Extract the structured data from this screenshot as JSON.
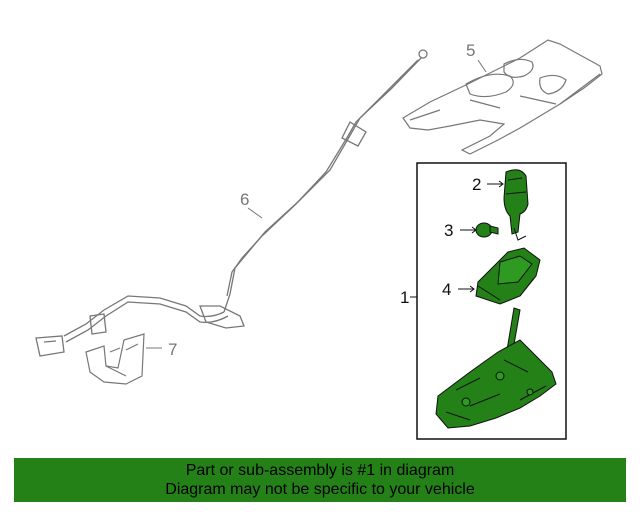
{
  "callouts": {
    "c1": "1",
    "c2": "2",
    "c3": "3",
    "c4": "4",
    "c5": "5",
    "c6": "6",
    "c7": "7"
  },
  "footer": {
    "line1": "Part or sub-assembly is #1 in diagram",
    "line2": "Diagram may not be specific to your vehicle"
  },
  "colors": {
    "highlight": "#238118",
    "footer_bg": "#238118",
    "line": "#777777"
  }
}
